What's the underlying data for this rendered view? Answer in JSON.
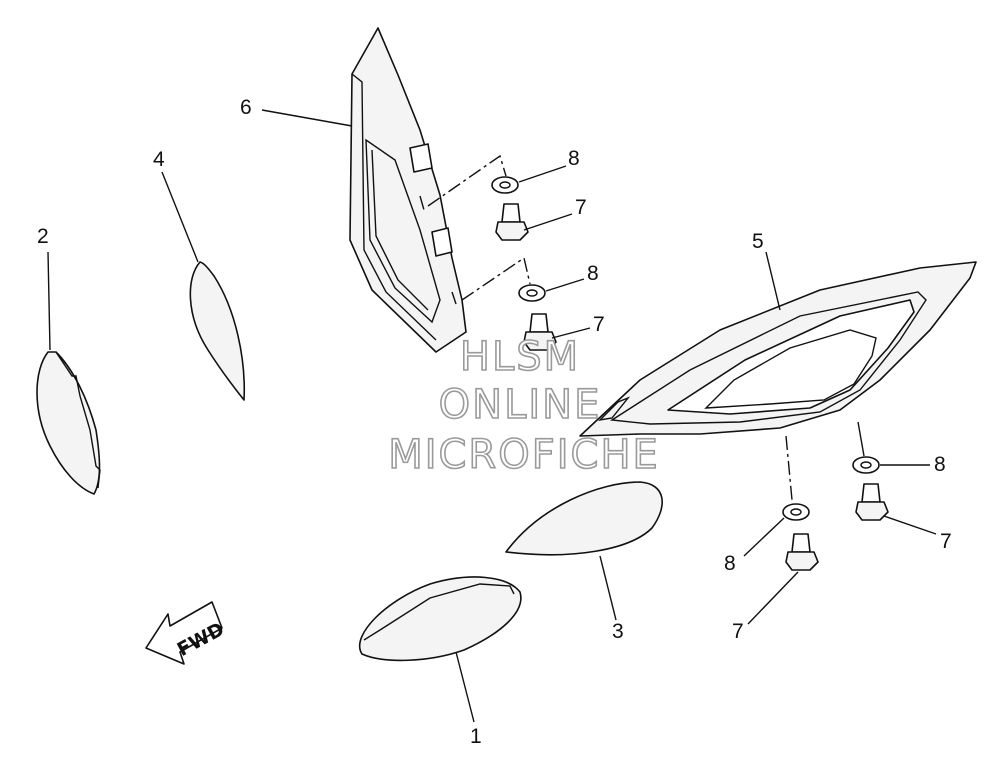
{
  "callouts": {
    "c1": "1",
    "c2": "2",
    "c3": "3",
    "c4": "4",
    "c5": "5",
    "c6": "6",
    "c7a": "7",
    "c7b": "7",
    "c7c": "7",
    "c7d": "7",
    "c8a": "8",
    "c8b": "8",
    "c8c": "8",
    "c8d": "8"
  },
  "fwd_label": "FWD",
  "watermark": {
    "line1": "HLSM",
    "line2": "ONLINE",
    "line3": "MICROFICHE"
  },
  "colors": {
    "line": "#111111",
    "watermark_stroke": "#9a9a9a",
    "background": "#ffffff"
  }
}
